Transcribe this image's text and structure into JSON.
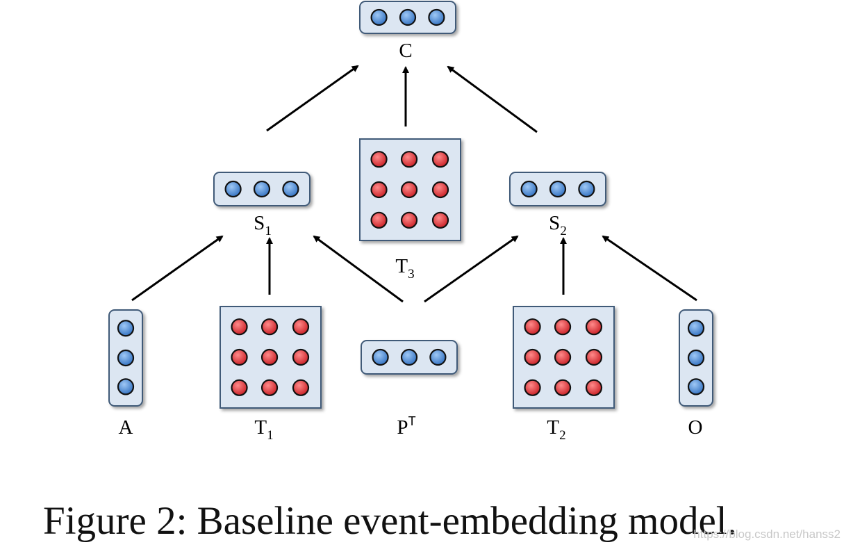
{
  "nodes": [
    {
      "id": "c",
      "label": "C",
      "sub": "",
      "sup": "",
      "kind": "vector"
    },
    {
      "id": "s1",
      "label": "S",
      "sub": "1",
      "sup": "",
      "kind": "vector"
    },
    {
      "id": "s2",
      "label": "S",
      "sub": "2",
      "sup": "",
      "kind": "vector"
    },
    {
      "id": "t3",
      "label": "T",
      "sub": "3",
      "sup": "",
      "kind": "tensor"
    },
    {
      "id": "a",
      "label": "A",
      "sub": "",
      "sup": "",
      "kind": "vector"
    },
    {
      "id": "t1",
      "label": "T",
      "sub": "1",
      "sup": "",
      "kind": "tensor"
    },
    {
      "id": "pt",
      "label": "P",
      "sub": "",
      "sup": "T",
      "kind": "vector"
    },
    {
      "id": "t2",
      "label": "T",
      "sub": "2",
      "sup": "",
      "kind": "tensor"
    },
    {
      "id": "o",
      "label": "O",
      "sub": "",
      "sup": "",
      "kind": "vector"
    }
  ],
  "edges": [
    {
      "from": "a",
      "to": "s1"
    },
    {
      "from": "t1",
      "to": "s1"
    },
    {
      "from": "pt",
      "to": "s1"
    },
    {
      "from": "pt",
      "to": "s2"
    },
    {
      "from": "t2",
      "to": "s2"
    },
    {
      "from": "o",
      "to": "s2"
    },
    {
      "from": "s1",
      "to": "c"
    },
    {
      "from": "t3",
      "to": "c"
    },
    {
      "from": "s2",
      "to": "c"
    }
  ],
  "caption": "Figure 2: Baseline event-embedding model.",
  "watermark": "https://blog.csdn.net/hanss2",
  "colors": {
    "box_fill": "#dce6f2",
    "box_stroke": "#3f5a78",
    "vector_dot": "#4f8fd6",
    "tensor_dot": "#e8383d",
    "arrow": "#000000"
  }
}
